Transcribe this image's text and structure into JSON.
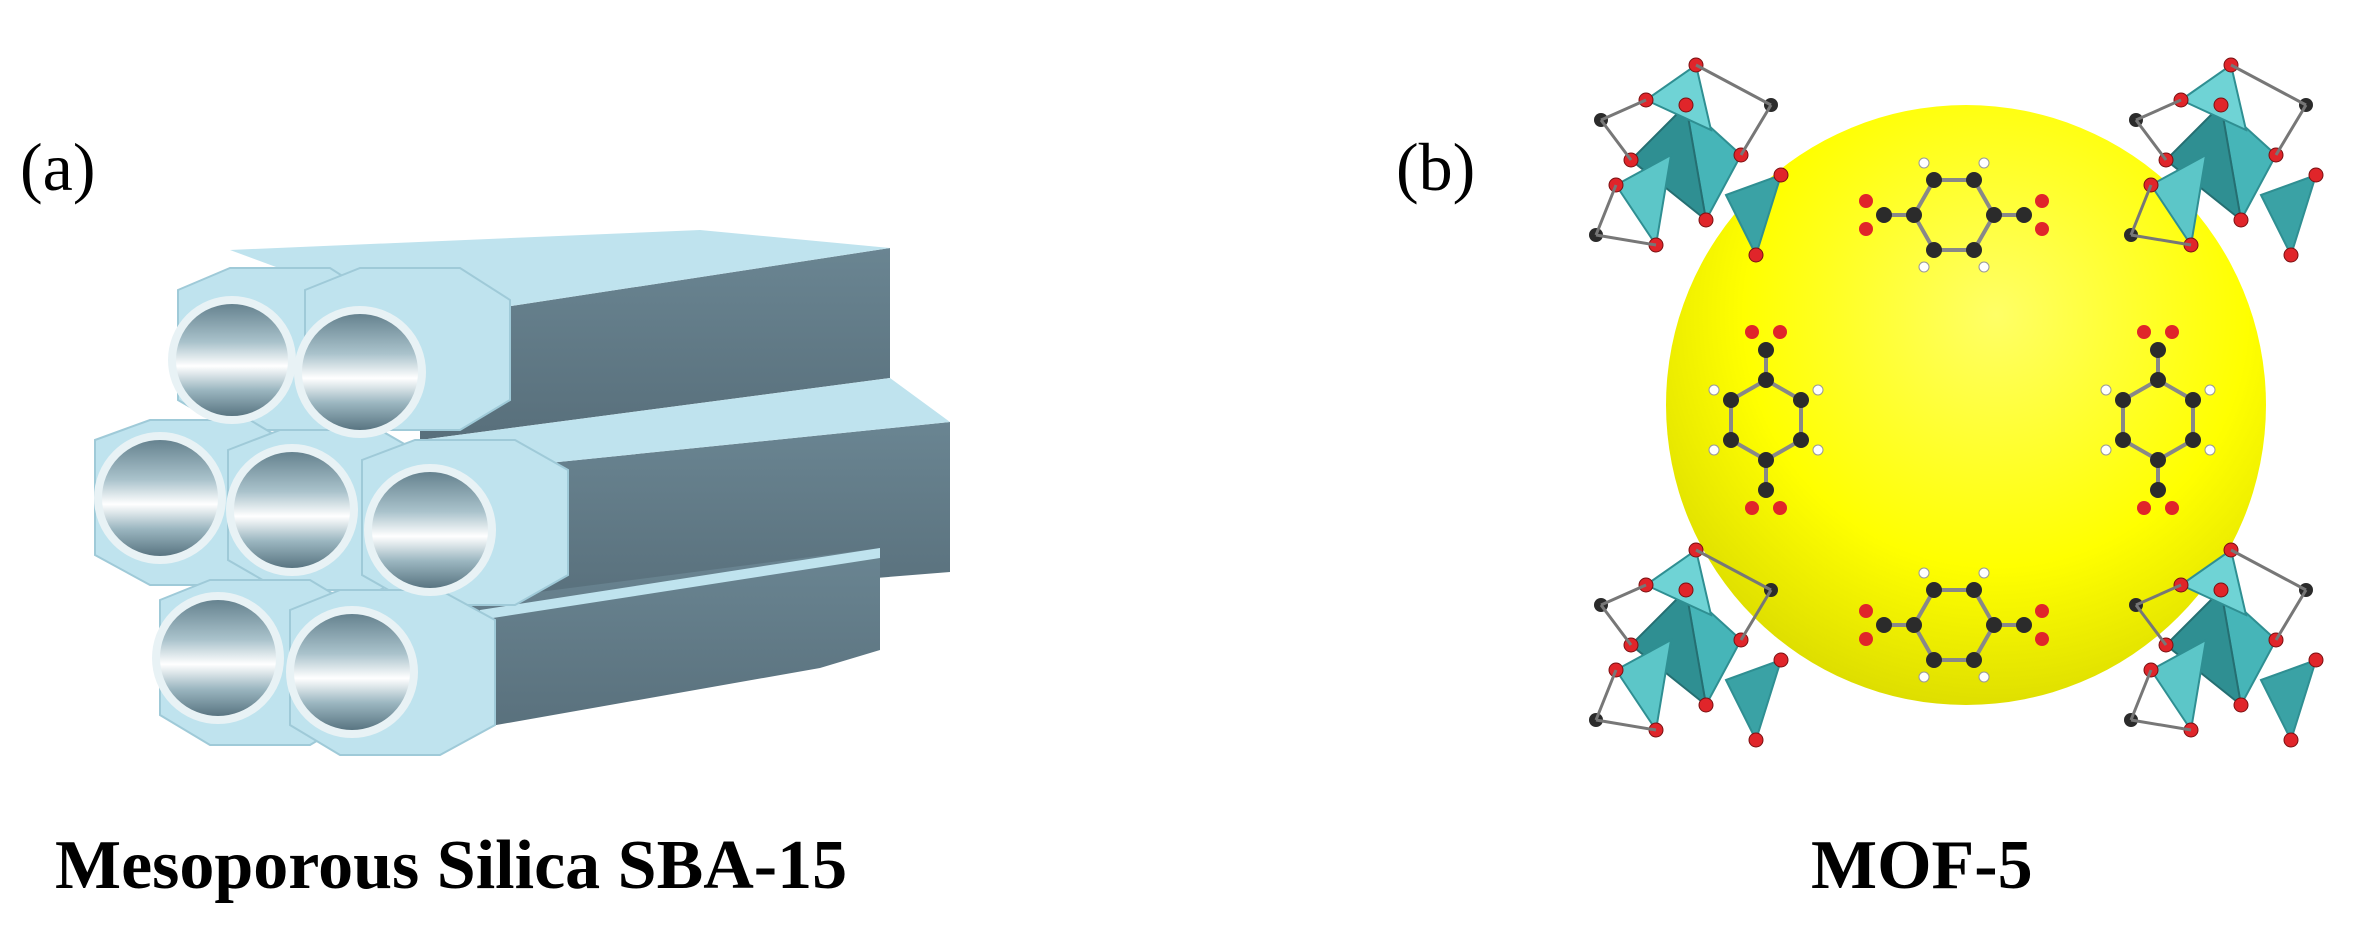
{
  "panel_a": {
    "label": "(a)",
    "caption": "Mesoporous Silica SBA-15"
  },
  "panel_b": {
    "label": "(b)",
    "caption": "MOF-5"
  },
  "colors": {
    "silica_face": "#bfe3ee",
    "silica_side": "#617a86",
    "pore_light": "#e8f2f5",
    "pore_dark": "#5f7c89",
    "sphere": "#ffff00",
    "tetrahedron": "#46b5b8",
    "oxygen": "#e0252a",
    "carbon": "#2b2b2b",
    "hydrogen": "#ffffff"
  }
}
